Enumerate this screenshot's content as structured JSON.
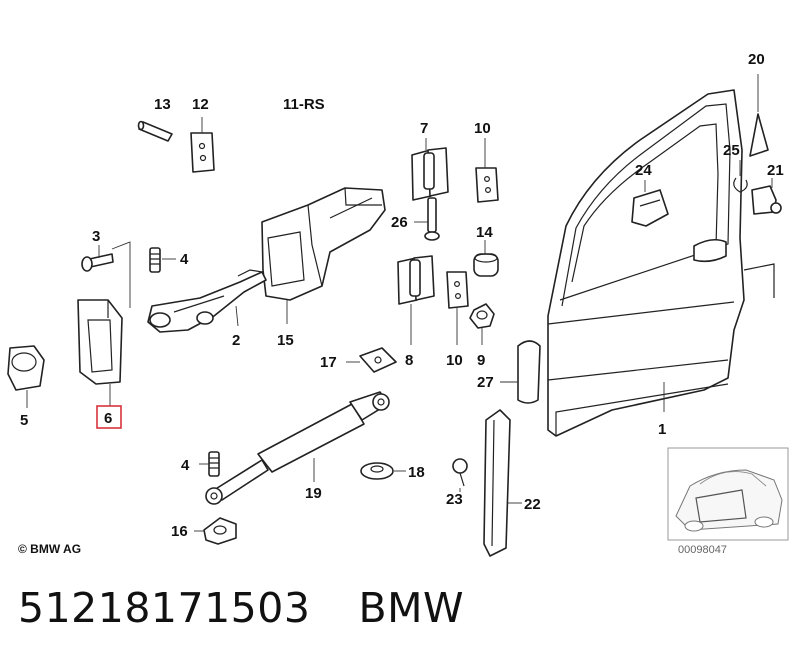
{
  "labels": {
    "p1": "1",
    "p2": "2",
    "p3": "3",
    "p4a": "4",
    "p4b": "4",
    "p5": "5",
    "p6": "6",
    "p7": "7",
    "p8": "8",
    "p9": "9",
    "p10a": "10",
    "p10b": "10",
    "p11": "11-RS",
    "p12": "12",
    "p13": "13",
    "p14": "14",
    "p15": "15",
    "p16": "16",
    "p17": "17",
    "p18": "18",
    "p19": "19",
    "p20": "20",
    "p21": "21",
    "p22": "22",
    "p23": "23",
    "p24": "24",
    "p25": "25",
    "p26": "26",
    "p27": "27"
  },
  "highlighted_part": "6",
  "copyright": "© BMW AG",
  "image_code": "00098047",
  "caption": {
    "part_number": "51218171503",
    "brand": "BMW"
  },
  "colors": {
    "highlight": "#d9343b",
    "line": "#222222"
  }
}
